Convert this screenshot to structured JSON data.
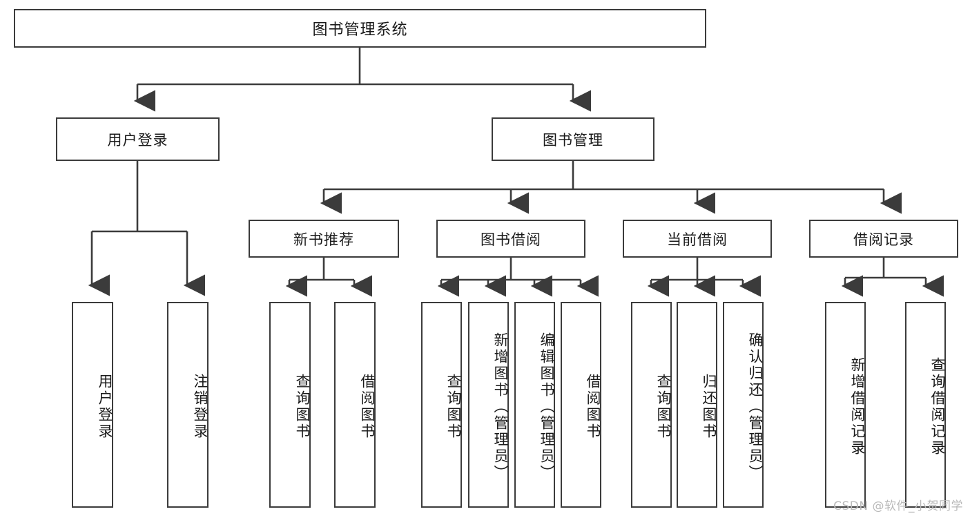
{
  "diagram": {
    "title": "图书管理系统",
    "type": "tree-hierarchy-diagram",
    "colors": {
      "box_border": "#3b3b3b",
      "box_fill": "#ffffff",
      "connector": "#3b3b3b",
      "watermark": "#b9b9b9",
      "page_background": "#ffffff"
    },
    "root": {
      "label": "图书管理系统"
    },
    "level1": [
      {
        "label": "用户登录"
      },
      {
        "label": "图书管理"
      }
    ],
    "level2": [
      {
        "label": "新书推荐"
      },
      {
        "label": "图书借阅"
      },
      {
        "label": "当前借阅"
      },
      {
        "label": "借阅记录"
      }
    ],
    "leaves": {
      "user_login": [
        {
          "label": "用户登录"
        },
        {
          "label": "注销登录"
        }
      ],
      "new_book_recommend": [
        {
          "label": "查询图书"
        },
        {
          "label": "借阅图书"
        }
      ],
      "book_borrow": [
        {
          "label": "查询图书"
        },
        {
          "label": "新增图书（管理员）"
        },
        {
          "label": "编辑图书（管理员）"
        },
        {
          "label": "借阅图书"
        }
      ],
      "current_borrow": [
        {
          "label": "查询图书"
        },
        {
          "label": "归还图书"
        },
        {
          "label": "确认归还（管理员）"
        }
      ],
      "borrow_record": [
        {
          "label": "新增借阅记录"
        },
        {
          "label": "查询借阅记录"
        }
      ]
    },
    "watermark": "CSDN @软件_小贺同学"
  }
}
